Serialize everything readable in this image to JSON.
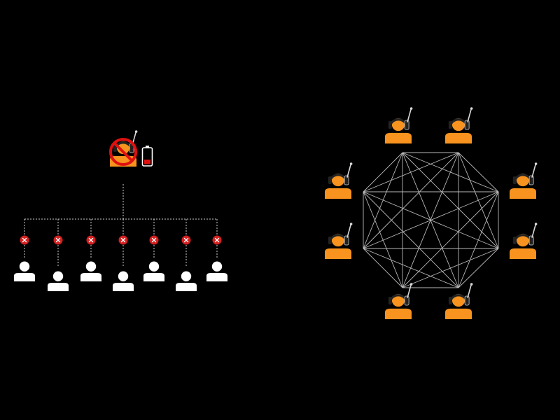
{
  "colors": {
    "background": "#000000",
    "user": "#ffffff",
    "headset_user": "#f7931e",
    "headset_band": "#222222",
    "headset_cup": "#d8d8d8",
    "mesh_line": "#b8b8b8",
    "tree_line": "#d0d0d0",
    "blocked_badge": "#d42020",
    "prohibited": "#e01010",
    "battery_low": "#e01010"
  },
  "left_diagram": {
    "hub": {
      "icon": "no-headset-icon",
      "status_icon": "low-battery-icon"
    },
    "users": [
      {
        "icon": "user-icon",
        "status": "blocked"
      },
      {
        "icon": "user-icon",
        "status": "blocked"
      },
      {
        "icon": "user-icon",
        "status": "blocked"
      },
      {
        "icon": "user-icon",
        "status": "blocked"
      },
      {
        "icon": "user-icon",
        "status": "blocked"
      },
      {
        "icon": "user-icon",
        "status": "blocked"
      },
      {
        "icon": "user-icon",
        "status": "blocked"
      }
    ]
  },
  "right_diagram": {
    "topology": "full-mesh",
    "users": [
      {
        "icon": "headset-user-icon"
      },
      {
        "icon": "headset-user-icon"
      },
      {
        "icon": "headset-user-icon"
      },
      {
        "icon": "headset-user-icon"
      },
      {
        "icon": "headset-user-icon"
      },
      {
        "icon": "headset-user-icon"
      },
      {
        "icon": "headset-user-icon"
      },
      {
        "icon": "headset-user-icon"
      }
    ]
  }
}
